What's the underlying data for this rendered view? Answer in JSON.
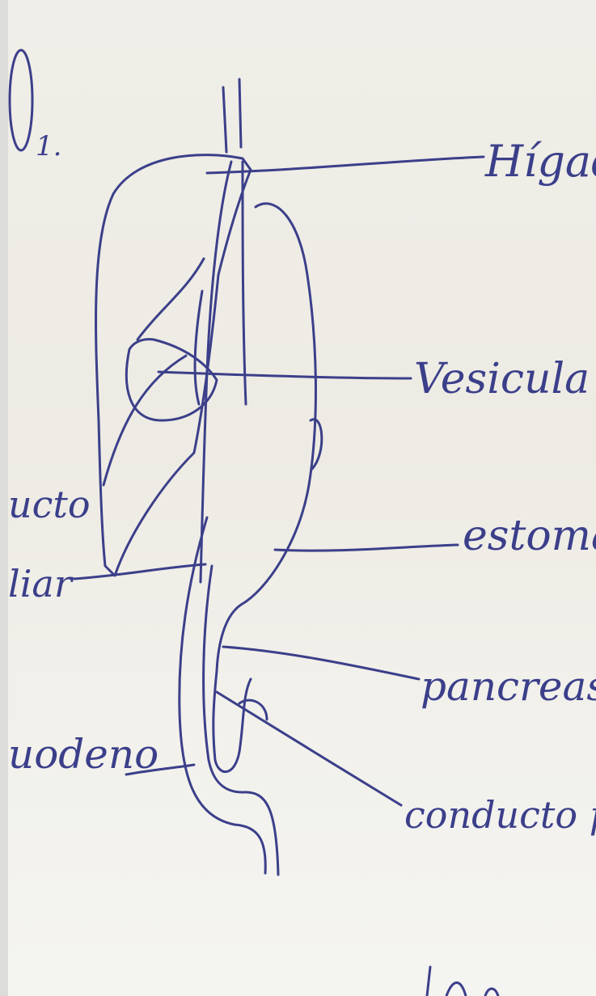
{
  "sheet": {
    "number": "1.",
    "labels": {
      "higado": "Hígado",
      "vesicula": "Vesicula Bilio",
      "estomago": "estomago",
      "pancreas": "pancreas",
      "conducto_pancreatico": "conducto panc",
      "conducto_biliar_1": "ucto",
      "conducto_biliar_2": "liar",
      "duodeno": "uodeno"
    },
    "ink_color": "#3b3f8a"
  }
}
